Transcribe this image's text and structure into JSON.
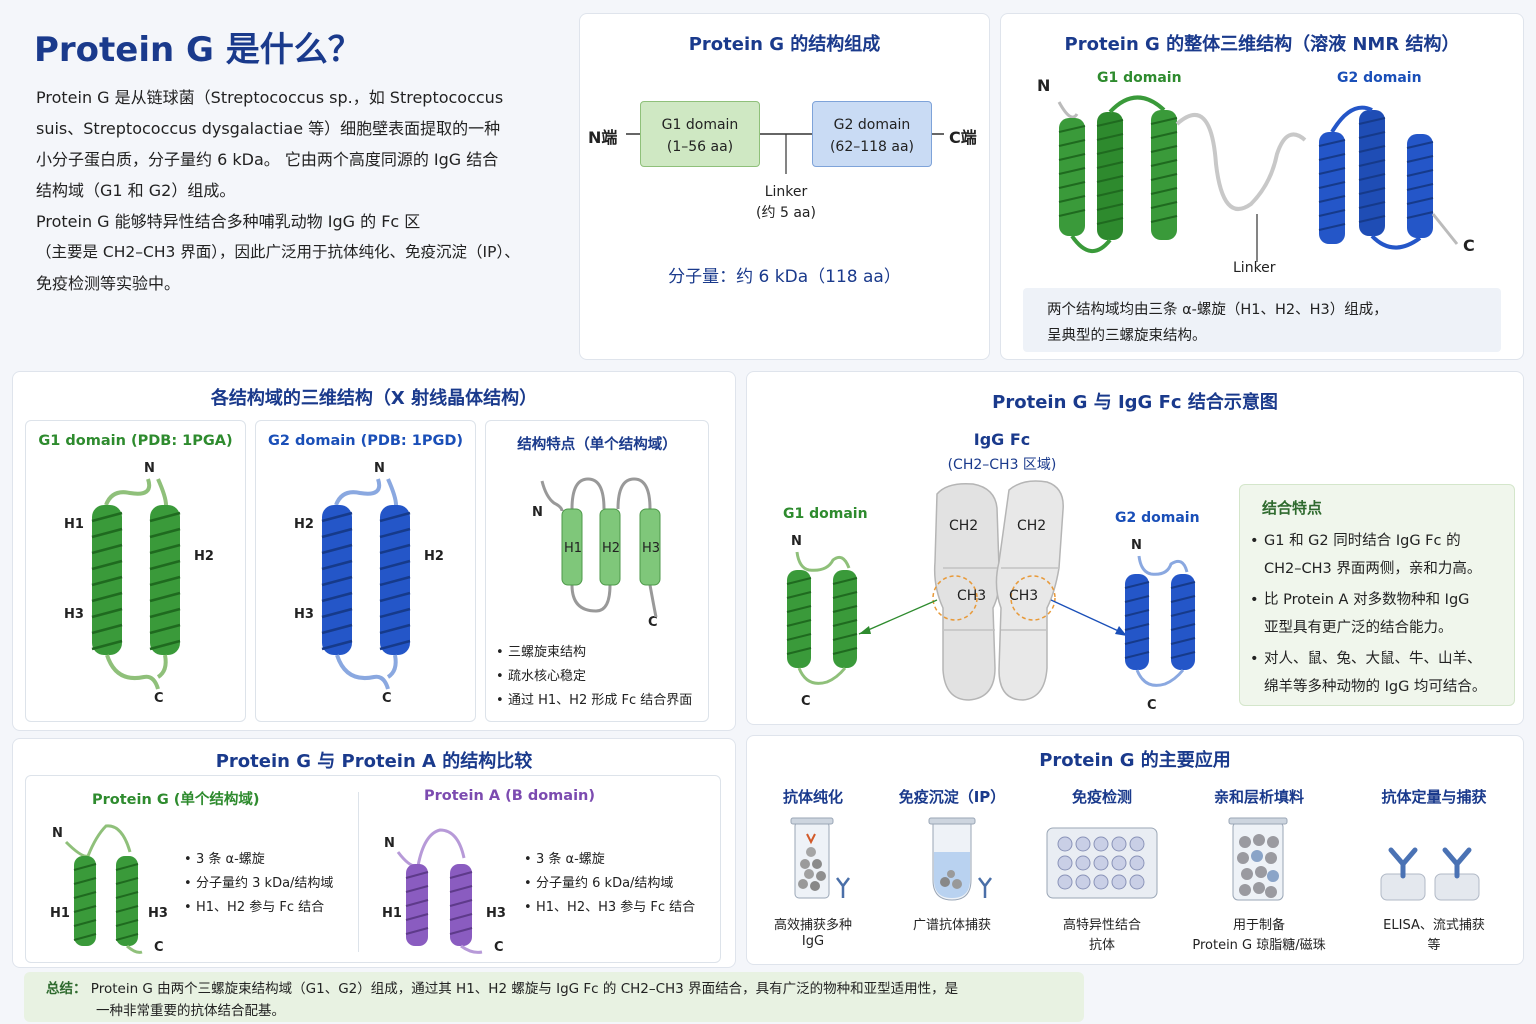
{
  "intro": {
    "title": "Protein G 是什么？",
    "lines": [
      "Protein G 是从链球菌（Streptococcus sp.，如 Streptococcus",
      "suis、Streptococcus dysgalactiae 等）细胞壁表面提取的一种",
      "小分子蛋白质，分子量约 6 kDa。 它由两个高度同源的 IgG 结合",
      "结构域（G1 和 G2）组成。",
      "Protein G 能够特异性结合多种哺乳动物 IgG 的 Fc 区",
      "（主要是 CH2–CH3 界面），因此广泛用于抗体纯化、免疫沉淀（IP）、",
      "免疫检测等实验中。"
    ]
  },
  "composition": {
    "title": "Protein G 的结构组成",
    "n_term": "N端",
    "c_term": "C端",
    "g1_name": "G1 domain",
    "g1_range": "(1–56 aa)",
    "g2_name": "G2 domain",
    "g2_range": "(62–118 aa)",
    "linker": "Linker",
    "linker_len": "(约 5 aa)",
    "mw": "分子量：约 6 kDa（118 aa）"
  },
  "overall": {
    "title": "Protein G 的整体三维结构（溶液 NMR 结构）",
    "n": "N",
    "c": "C",
    "g1": "G1 domain",
    "g2": "G2 domain",
    "linker": "Linker",
    "note1": "两个结构域均由三条 α-螺旋（H1、H2、H3）组成，",
    "note2": "呈典型的三螺旋束结构。"
  },
  "domains": {
    "title": "各结构域的三维结构（X 射线晶体结构）",
    "g1_title": "G1 domain (PDB: 1PGA)",
    "g2_title": "G2 domain (PDB: 1PGD)",
    "feat_title": "结构特点（单个结构域）",
    "n": "N",
    "c": "C",
    "h1": "H1",
    "h2": "H2",
    "h3": "H3",
    "features": [
      "三螺旋束结构",
      "疏水核心稳定",
      "通过 H1、H2 形成 Fc 结合界面"
    ]
  },
  "binding": {
    "title": "Protein G 与 IgG Fc 结合示意图",
    "fc_title": "IgG Fc",
    "fc_sub": "(CH2–CH3 区域)",
    "ch2": "CH2",
    "ch3": "CH3",
    "g1": "G1 domain",
    "g2": "G2 domain",
    "n": "N",
    "c": "C",
    "feat_title": "结合特点",
    "features": [
      [
        "G1 和 G2 同时结合 IgG Fc 的",
        "CH2–CH3 界面两侧，亲和力高。"
      ],
      [
        "比 Protein A 对多数物种和 IgG",
        "亚型具有更广泛的结合能力。"
      ],
      [
        "对人、鼠、兔、大鼠、牛、山羊、",
        "绵羊等多种动物的 IgG 均可结合。"
      ]
    ]
  },
  "compare": {
    "title": "Protein G 与 Protein A 的结构比较",
    "g_title": "Protein G (单个结构域)",
    "a_title": "Protein A (B domain)",
    "n": "N",
    "c": "C",
    "h1": "H1",
    "h3": "H3",
    "g_points": [
      "3 条 α-螺旋",
      "分子量约 3 kDa/结构域",
      "H1、H2 参与 Fc 结合"
    ],
    "a_points": [
      "3 条 α-螺旋",
      "分子量约 6 kDa/结构域",
      "H1、H2、H3 参与 Fc 结合"
    ]
  },
  "apps": {
    "title": "Protein G 的主要应用",
    "items": [
      {
        "name": "抗体纯化",
        "desc1": "高效捕获多种",
        "desc2": "IgG"
      },
      {
        "name": "免疫沉淀（IP）",
        "desc1": "广谱抗体捕获",
        "desc2": ""
      },
      {
        "name": "免疫检测",
        "desc1": "高特异性结合",
        "desc2": "抗体"
      },
      {
        "name": "亲和层析填料",
        "desc1": "用于制备",
        "desc2": "Protein G 琼脂糖/磁珠"
      },
      {
        "name": "抗体定量与捕获",
        "desc1": "ELISA、流式捕获",
        "desc2": "等"
      }
    ]
  },
  "summary": {
    "label": "总结：",
    "line1": "Protein G 由两个三螺旋束结构域（G1、G2）组成，通过其 H1、H2 螺旋与 IgG Fc 的 CH2–CH3 界面结合，具有广泛的物种和亚型适用性，是",
    "line2": "一种非常重要的抗体结合配基。"
  },
  "colors": {
    "title": "#1a3a8c",
    "g1_green": "#3a9a3a",
    "g2_blue": "#2456c8",
    "protein_a_purple": "#8a5cc0"
  }
}
